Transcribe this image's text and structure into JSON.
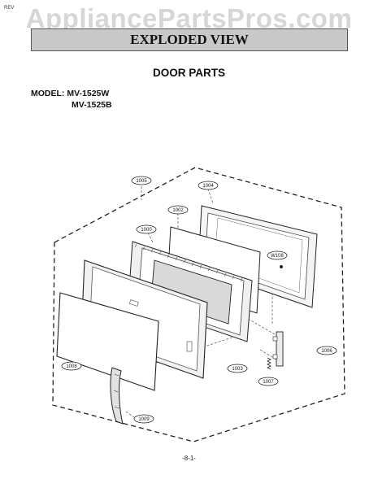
{
  "watermark": "AppliancePartsPros.com",
  "revision": "REV",
  "header": {
    "banner_title": "EXPLODED VIEW",
    "section_title": "DOOR PARTS"
  },
  "model": {
    "label": "MODEL:",
    "numbers": [
      "MV-1525W",
      "MV-1525B"
    ]
  },
  "parts": {
    "p1000": "1000",
    "p1002": "1002",
    "p1003": "1003",
    "p1004": "1004",
    "p1005": "1005",
    "p1006": "1006",
    "p1007": "1007",
    "p1008": "1008",
    "p1009": "1009",
    "w108": "W108"
  },
  "footer": {
    "page_number": "-8-1-"
  }
}
